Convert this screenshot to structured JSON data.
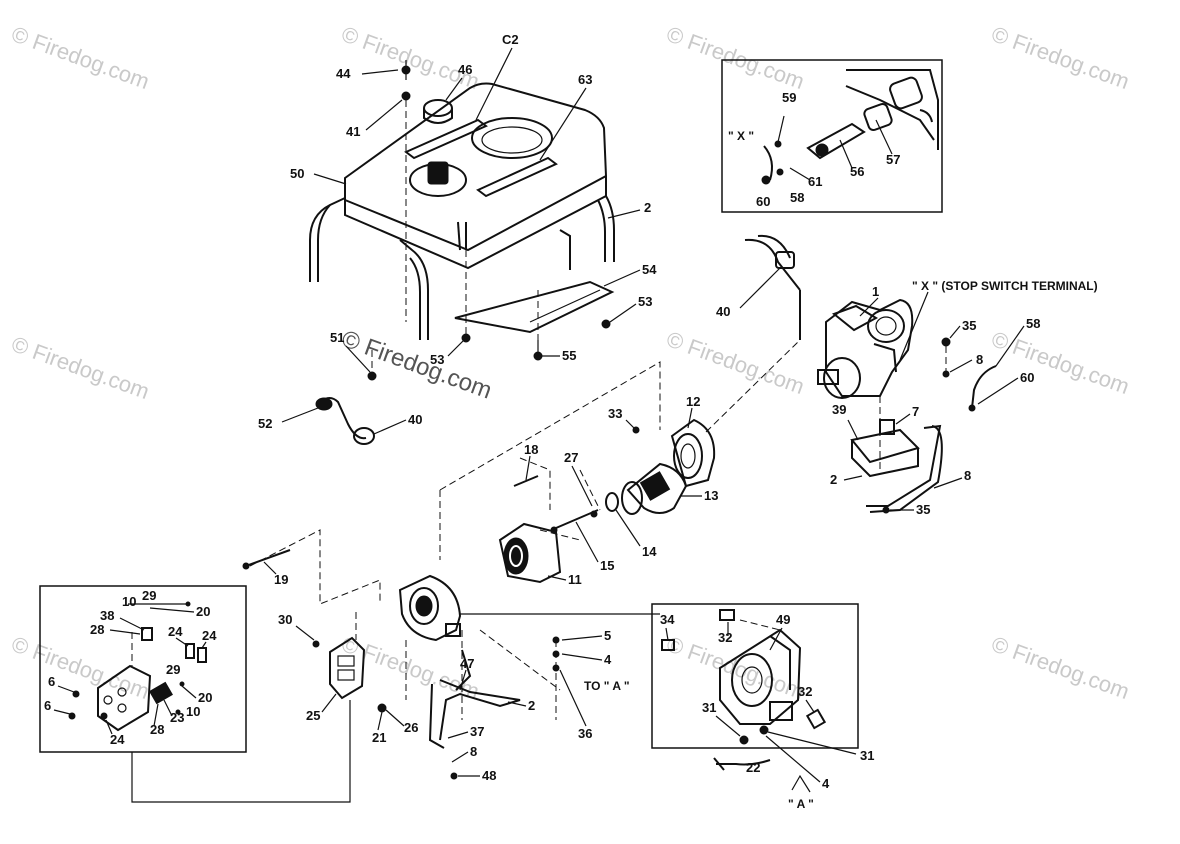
{
  "watermark": "© Firedog.com",
  "stop_switch_note": "\" X \" (STOP SWITCH TERMINAL)",
  "inset_x_label": "\" X \"",
  "to_a_label": "TO \" A \"",
  "a_label": "\" A \"",
  "labels": {
    "c2": "C2",
    "p44": "44",
    "p46": "46",
    "p41": "41",
    "p63": "63",
    "p50": "50",
    "p2a": "2",
    "p54": "54",
    "p53a": "53",
    "p55": "55",
    "p53b": "53",
    "p51": "51",
    "p52": "52",
    "p40a": "40",
    "p59": "59",
    "p61": "61",
    "p56": "56",
    "p57": "57",
    "p60a": "60",
    "p58a": "58",
    "p40b": "40",
    "p1": "1",
    "p35a": "35",
    "p8a": "8",
    "p58b": "58",
    "p60b": "60",
    "p33": "33",
    "p12": "12",
    "p18": "18",
    "p27": "27",
    "p7": "7",
    "p39": "39",
    "p13": "13",
    "p2b": "2",
    "p8b": "8",
    "p35b": "35",
    "p14": "14",
    "p15": "15",
    "p11": "11",
    "p19": "19",
    "p10a": "10",
    "p29a": "29",
    "p20a": "20",
    "p38": "38",
    "p28a": "28",
    "p24a": "24",
    "p24b": "24",
    "p29b": "29",
    "p6a": "6",
    "p20b": "20",
    "p6b": "6",
    "p23": "23",
    "p10b": "10",
    "p28b": "28",
    "p24c": "24",
    "p30": "30",
    "p25": "25",
    "p47": "47",
    "p5": "5",
    "p4a": "4",
    "p34": "34",
    "p32a": "32",
    "p49": "49",
    "p32b": "32",
    "p21": "21",
    "p26": "26",
    "p2c": "2",
    "p36": "36",
    "p37": "37",
    "p8c": "8",
    "p48": "48",
    "p31a": "31",
    "p31b": "31",
    "p22": "22",
    "p4b": "4"
  }
}
